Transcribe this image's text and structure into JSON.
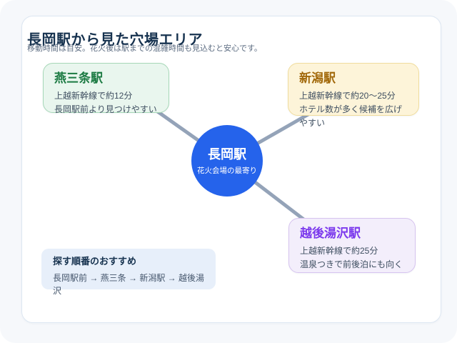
{
  "page": {
    "title": "長岡駅から見た穴場エリア",
    "subtitle": "移動時間は目安。花火後は駅までの混雑時間も見込むと安心です。"
  },
  "center_node": {
    "label": "長岡駅",
    "sublabel": "花火会場の最寄り",
    "color": "#2563eb"
  },
  "stations": [
    {
      "name": "燕三条駅",
      "line1": "上越新幹線で約12分",
      "line2": "長岡駅前より見つけやすい",
      "accent_color": "#1b7a42",
      "bg_color": "#e9f6ee",
      "border_color": "#a6d7b7"
    },
    {
      "name": "新潟駅",
      "line1": "上越新幹線で約20〜25分",
      "line2": "ホテル数が多く候補を広げやすい",
      "accent_color": "#a2690b",
      "bg_color": "#fdf4d9",
      "border_color": "#f0dc9d"
    },
    {
      "name": "越後湯沢駅",
      "line1": "上越新幹線で約25分",
      "line2": "温泉つきで前後泊にも向く",
      "accent_color": "#7c3aed",
      "bg_color": "#f3eefb",
      "border_color": "#d6c3ef"
    }
  ],
  "recommendation": {
    "title": "探す順番のおすすめ",
    "order": "長岡駅前 → 燕三条 → 新潟駅 → 越後湯沢"
  },
  "connector_color": "#94a3b8"
}
